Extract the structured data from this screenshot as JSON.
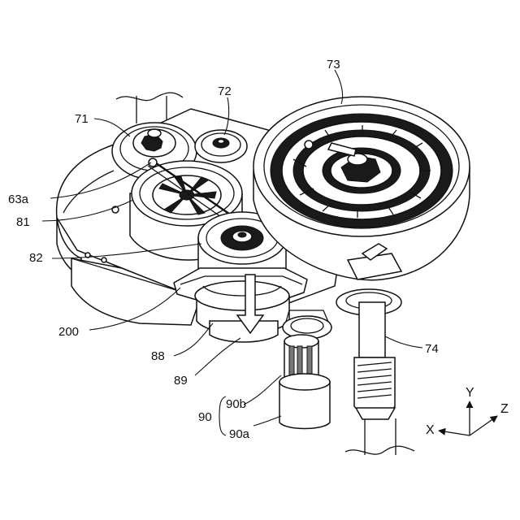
{
  "labels": {
    "l71": "71",
    "l72": "72",
    "l73": "73",
    "l63a": "63a",
    "l81": "81",
    "l82": "82",
    "l200": "200",
    "l88": "88",
    "l89": "89",
    "l74": "74",
    "l90": "90",
    "l90b": "90b",
    "l90a": "90a"
  },
  "axes": {
    "x": "X",
    "y": "Y",
    "z": "Z"
  }
}
